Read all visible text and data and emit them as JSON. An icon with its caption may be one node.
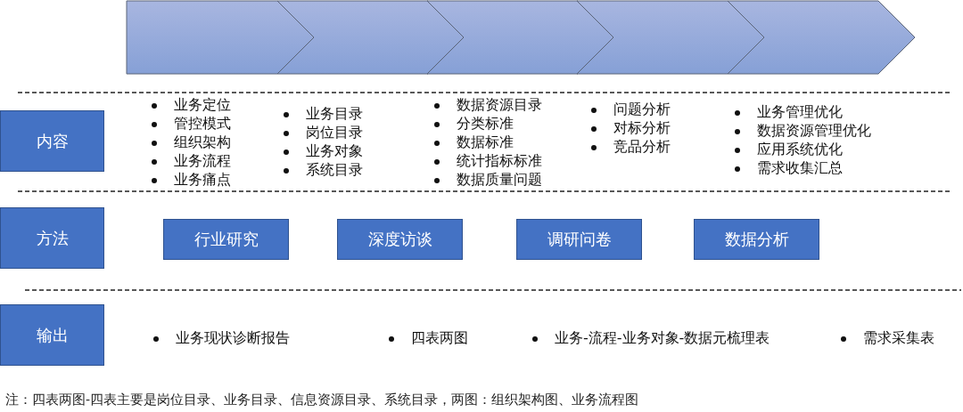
{
  "diagram": {
    "caption": "注：四表两图-四表主要是岗位目录、业务目录、信息资源目录、系统目录，两图：组织架构图、业务流程图",
    "nodes": [
      {
        "text": [],
        "shape": "chevron"
      },
      {
        "text": [],
        "shape": "chevron"
      },
      {
        "text": [],
        "shape": "chevron"
      },
      {
        "text": [],
        "shape": "chevron"
      },
      {
        "text": [],
        "shape": "chevron"
      },
      {
        "text": [
          "内容"
        ]
      },
      {
        "text": [
          "方法"
        ]
      },
      {
        "text": [
          "行业研究"
        ]
      },
      {
        "text": [
          "深度访谈"
        ]
      },
      {
        "text": [
          "调研问卷"
        ]
      },
      {
        "text": [
          "数据分析"
        ]
      },
      {
        "text": [
          "输出"
        ]
      }
    ],
    "labels": [
      "业务定位",
      "管控模式",
      "组织架构",
      "业务流程",
      "业务痛点",
      "业务目录",
      "岗位目录",
      "业务对象",
      "系统目录",
      "数据资源目录",
      "分类标准",
      "数据标准",
      "统计指标标准",
      "数据质量问题",
      "问题分析",
      "对标分析",
      "竞品分析",
      "业务管理优化",
      "数据资源管理优化",
      "应用系统优化",
      "需求收集汇总",
      "业务现状诊断报告",
      "四表两图",
      "业务-流程-业务对象-数据元梳理表",
      "需求采集表"
    ]
  }
}
